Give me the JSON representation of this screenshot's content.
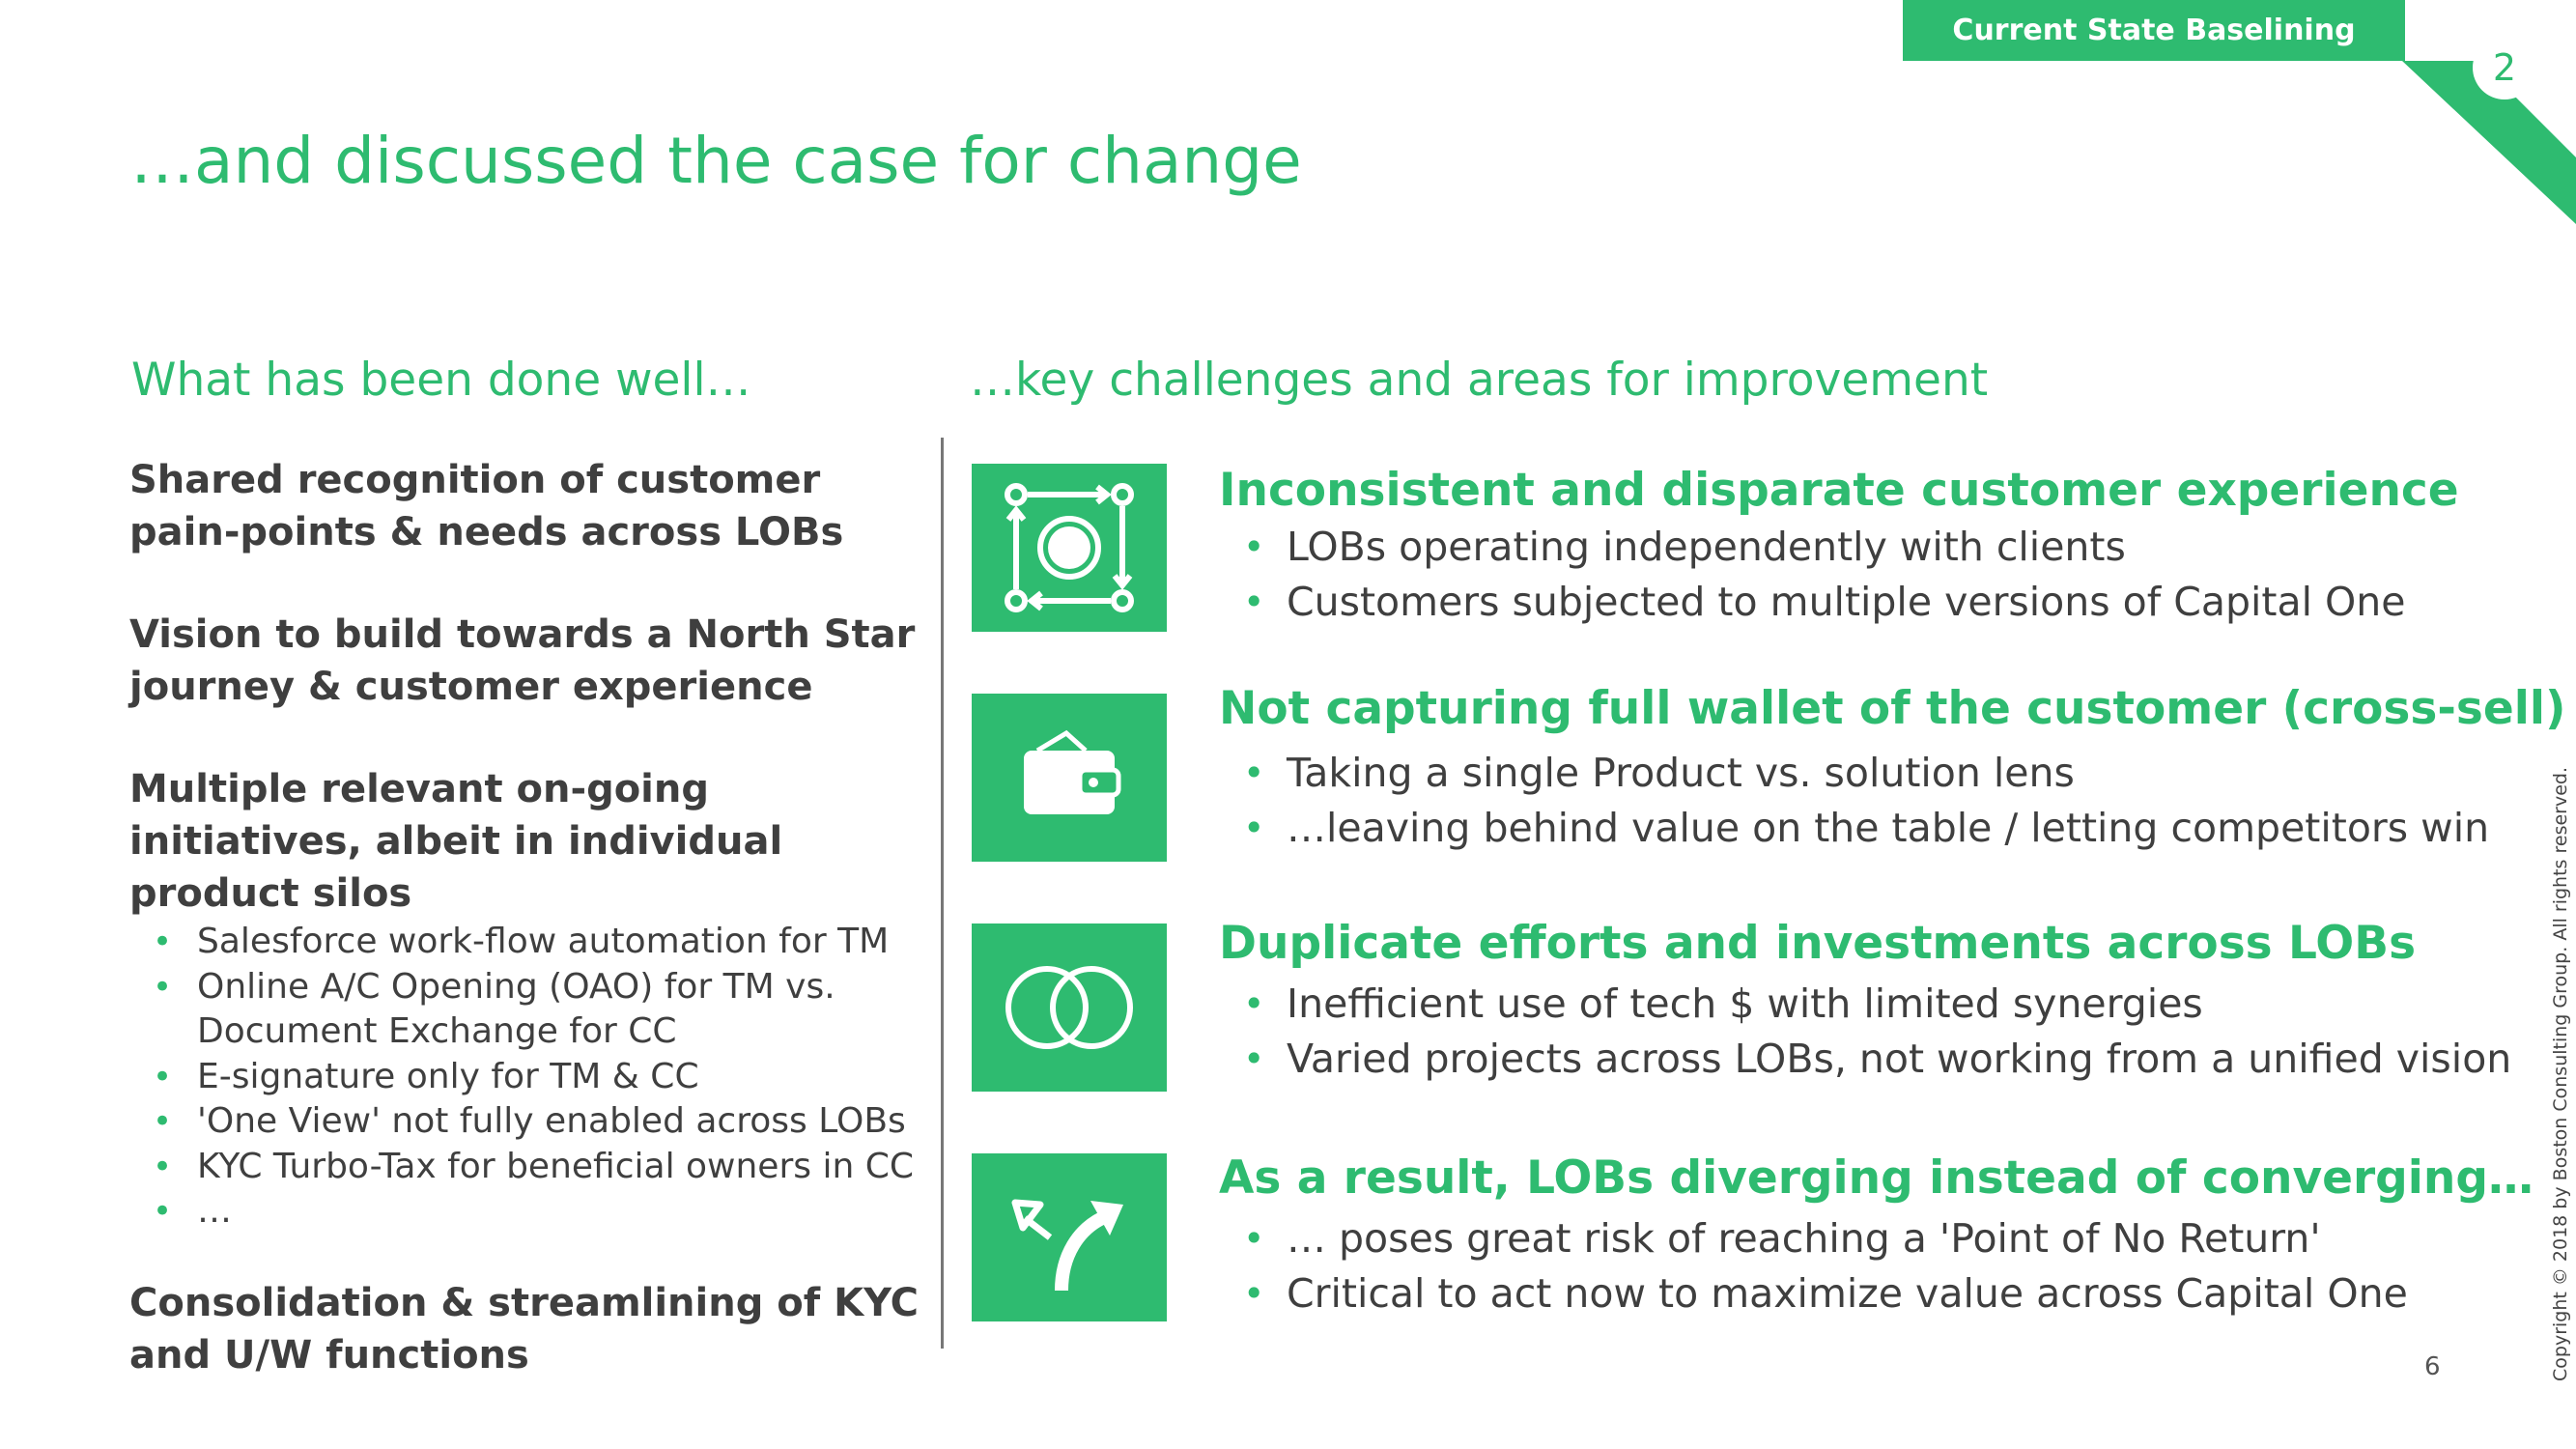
{
  "header": {
    "tag_label": "Current State Baselining",
    "badge_number": "2",
    "accent_color": "#2ebb70"
  },
  "title": "…and discussed the case for change",
  "left_column": {
    "heading": "What has been done well…",
    "items": [
      {
        "text": "Shared recognition of customer pain-points & needs across LOBs"
      },
      {
        "text": "Vision to build towards a North Star journey & customer experience"
      },
      {
        "text": "Multiple relevant on-going initiatives, albeit in individual product silos",
        "subitems": [
          "Salesforce work-flow automation for TM",
          "Online A/C Opening (OAO) for TM vs. Document Exchange for CC",
          "E-signature only for TM & CC",
          "'One View' not fully enabled across LOBs",
          "KYC Turbo-Tax for beneficial owners in CC",
          "…"
        ]
      },
      {
        "text": "Consolidation & streamlining of KYC and U/W functions"
      }
    ]
  },
  "right_column": {
    "heading": "…key challenges and areas for improvement",
    "challenges": [
      {
        "icon": "experience-cycle-icon",
        "title": "Inconsistent and disparate customer experience",
        "bullets": [
          "LOBs operating independently with clients",
          "Customers subjected to multiple versions of Capital One"
        ]
      },
      {
        "icon": "wallet-icon",
        "title": "Not capturing full wallet of the customer (cross-sell)",
        "bullets": [
          "Taking a single Product vs. solution lens",
          "…leaving behind value on the table / letting competitors win"
        ]
      },
      {
        "icon": "overlapping-circles-icon",
        "title": "Duplicate efforts and investments across LOBs",
        "bullets": [
          "Inefficient use of tech $ with limited synergies",
          "Varied projects across LOBs, not working from a unified vision"
        ]
      },
      {
        "icon": "diverging-arrows-icon",
        "title": "As a result, LOBs diverging instead of converging…",
        "bullets": [
          "… poses great risk of reaching a 'Point of No Return'",
          "Critical to act now to maximize value across Capital One"
        ]
      }
    ]
  },
  "footer": {
    "page_number": "6",
    "copyright": "Copyright © 2018 by Boston Consulting Group. All rights reserved."
  }
}
